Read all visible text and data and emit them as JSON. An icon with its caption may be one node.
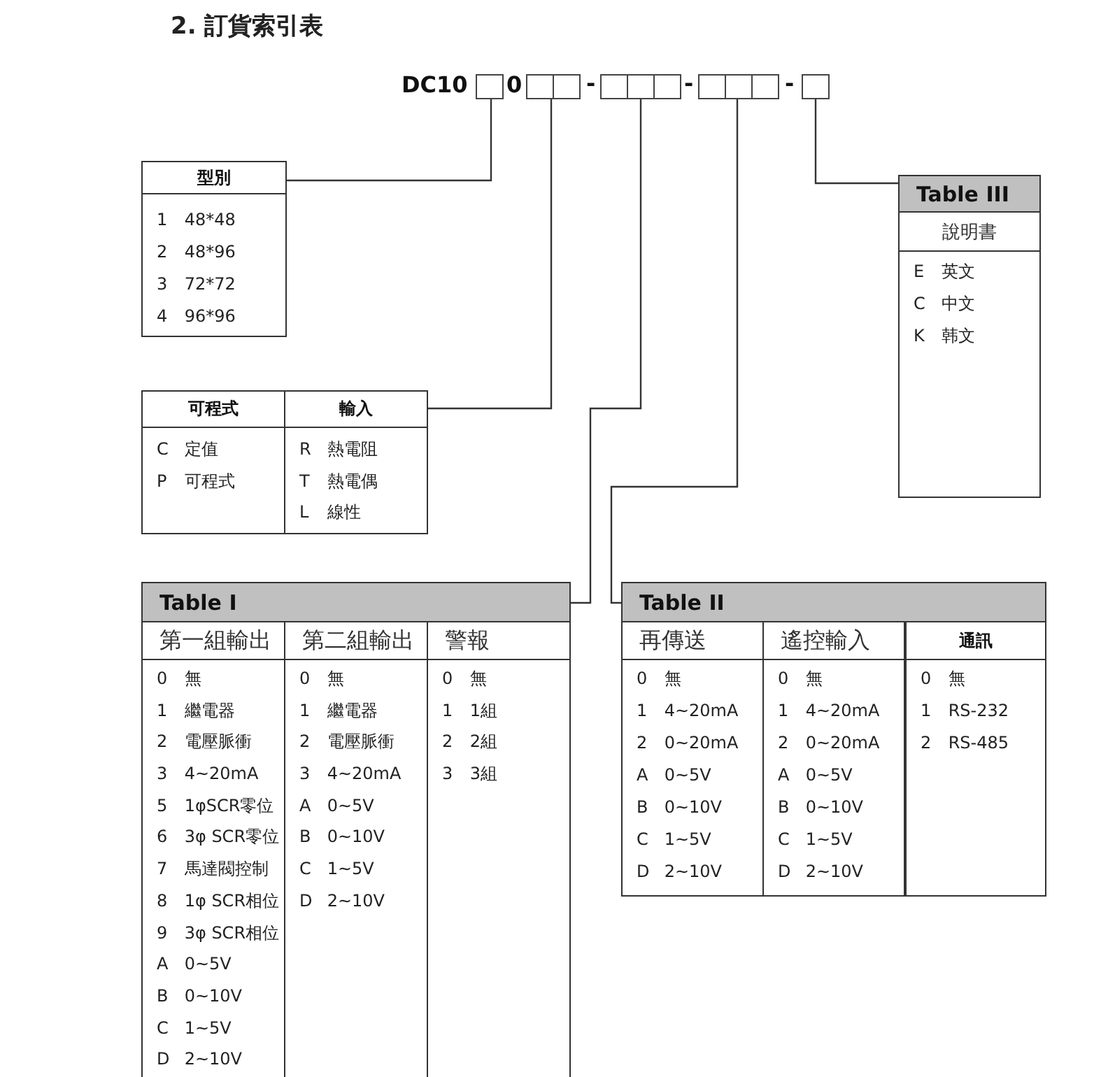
{
  "diagram": {
    "title": "2. 訂貨索引表",
    "nodes": [
      {
        "text": [],
        "shape": "box"
      },
      {
        "text": [],
        "shape": "box"
      },
      {
        "text": [],
        "shape": "box"
      },
      {
        "text": [],
        "shape": "box"
      },
      {
        "text": [],
        "shape": "box"
      },
      {
        "text": [],
        "shape": "box"
      },
      {
        "text": [],
        "shape": "box"
      },
      {
        "text": [],
        "shape": "box"
      },
      {
        "text": [],
        "shape": "box"
      },
      {
        "text": [],
        "shape": "box"
      },
      {
        "text": [
          "型別",
          "1 48*48",
          "2 48*96",
          "3 72*72",
          "4 96*96"
        ]
      },
      {
        "text": [
          "Table III"
        ]
      },
      {
        "text": [
          "說明書",
          "E 英文",
          "C 中文",
          "K 韩文"
        ],
        "in": 11
      },
      {
        "text": [
          "可程式",
          "C 定值",
          "P 可程式"
        ]
      },
      {
        "text": [
          "輸入",
          "R 熱電阻",
          "T 熱電偶",
          "L 線性"
        ]
      },
      {
        "text": [
          "Table I"
        ]
      },
      {
        "text": [
          "第一組輸出",
          "0 無",
          "1 繼電器",
          "2 電壓脈衝",
          "3 4~20mA",
          "5 1φSCR零位",
          "6 3φ SCR零位",
          "7 馬達閥控制",
          "8 1φ SCR相位",
          "9 3φ SCR相位",
          "A 0~5V",
          "B 0~10V",
          "C 1~5V",
          "D 2~10V"
        ],
        "in": 15
      },
      {
        "text": [
          "第二組輸出",
          "0 無",
          "1 繼電器",
          "2 電壓脈衝",
          "3 4~20mA",
          "A 0~5V",
          "B 0~10V",
          "C 1~5V",
          "D 2~10V"
        ],
        "in": 15
      },
      {
        "text": [
          "警報",
          "0 無",
          "1 1組",
          "2 2組",
          "3 3組"
        ],
        "in": 15
      },
      {
        "text": [
          "Table II"
        ]
      },
      {
        "text": [
          "再傳送",
          "0 無",
          "1 4~20mA",
          "2 0~20mA",
          "A 0~5V",
          "B 0~10V",
          "C 1~5V",
          "D 2~10V"
        ],
        "in": 19
      },
      {
        "text": [
          "遙控輸入",
          "0 無",
          "1 4~20mA",
          "2 0~20mA",
          "A 0~5V",
          "B 0~10V",
          "C 1~5V",
          "D 2~10V"
        ],
        "in": 19
      },
      {
        "text": [
          "通訊",
          "0 無",
          "1 RS-232",
          "2 RS-485"
        ],
        "in": 19
      }
    ],
    "edges": [
      {
        "from": 0,
        "to": 10,
        "arrow": "none"
      },
      {
        "from": 1,
        "to": 14,
        "arrow": "none"
      },
      {
        "from": 4,
        "to": 15,
        "arrow": "none"
      },
      {
        "from": 7,
        "to": 19,
        "arrow": "none"
      },
      {
        "from": 9,
        "to": 11,
        "arrow": "none"
      }
    ],
    "labels": [
      "DC10",
      "0",
      "-",
      "-",
      "-"
    ]
  }
}
